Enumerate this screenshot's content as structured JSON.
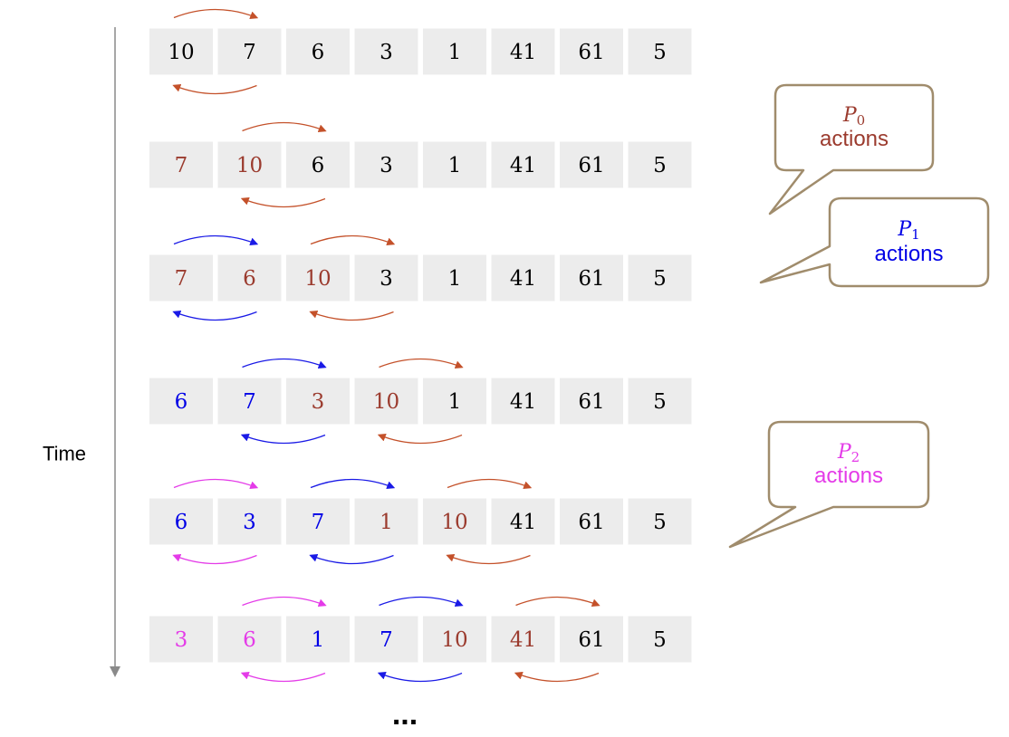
{
  "colors": {
    "default": "#000000",
    "p0": "#9b3b2e",
    "p1": "#0000e6",
    "p2": "#e43be8",
    "arc_p0": "#c4512a",
    "arc_p1": "#1a1ae6",
    "arc_p2": "#e43be8",
    "cell_bg": "#ececec",
    "callout_border": "#a08c6c",
    "time_axis": "#8a8a8a"
  },
  "time_label": "Time",
  "ellipsis": "...",
  "callouts": [
    {
      "proc_letter": "P",
      "proc_sub": "0",
      "text": "actions",
      "color_key": "p0"
    },
    {
      "proc_letter": "P",
      "proc_sub": "1",
      "text": "actions",
      "color_key": "p1"
    },
    {
      "proc_letter": "P",
      "proc_sub": "2",
      "text": "actions",
      "color_key": "p2"
    }
  ],
  "rows": [
    {
      "values": [
        "10",
        "7",
        "6",
        "3",
        "1",
        "41",
        "61",
        "5"
      ],
      "colors": [
        "default",
        "default",
        "default",
        "default",
        "default",
        "default",
        "default",
        "default"
      ],
      "swaps": [
        {
          "pair": 0,
          "proc": "p0"
        }
      ]
    },
    {
      "values": [
        "7",
        "10",
        "6",
        "3",
        "1",
        "41",
        "61",
        "5"
      ],
      "colors": [
        "p0",
        "p0",
        "default",
        "default",
        "default",
        "default",
        "default",
        "default"
      ],
      "swaps": [
        {
          "pair": 1,
          "proc": "p0"
        }
      ]
    },
    {
      "values": [
        "7",
        "6",
        "10",
        "3",
        "1",
        "41",
        "61",
        "5"
      ],
      "colors": [
        "p0",
        "p0",
        "p0",
        "default",
        "default",
        "default",
        "default",
        "default"
      ],
      "swaps": [
        {
          "pair": 0,
          "proc": "p1"
        },
        {
          "pair": 2,
          "proc": "p0"
        }
      ]
    },
    {
      "values": [
        "6",
        "7",
        "3",
        "10",
        "1",
        "41",
        "61",
        "5"
      ],
      "colors": [
        "p1",
        "p1",
        "p0",
        "p0",
        "default",
        "default",
        "default",
        "default"
      ],
      "swaps": [
        {
          "pair": 1,
          "proc": "p1"
        },
        {
          "pair": 3,
          "proc": "p0"
        }
      ]
    },
    {
      "values": [
        "6",
        "3",
        "7",
        "1",
        "10",
        "41",
        "61",
        "5"
      ],
      "colors": [
        "p1",
        "p1",
        "p1",
        "p0",
        "p0",
        "default",
        "default",
        "default"
      ],
      "swaps": [
        {
          "pair": 0,
          "proc": "p2"
        },
        {
          "pair": 2,
          "proc": "p1"
        },
        {
          "pair": 4,
          "proc": "p0"
        }
      ]
    },
    {
      "values": [
        "3",
        "6",
        "1",
        "7",
        "10",
        "41",
        "61",
        "5"
      ],
      "colors": [
        "p2",
        "p2",
        "p1",
        "p1",
        "p0",
        "p0",
        "default",
        "default"
      ],
      "swaps": [
        {
          "pair": 1,
          "proc": "p2"
        },
        {
          "pair": 3,
          "proc": "p1"
        },
        {
          "pair": 5,
          "proc": "p0"
        }
      ]
    }
  ]
}
